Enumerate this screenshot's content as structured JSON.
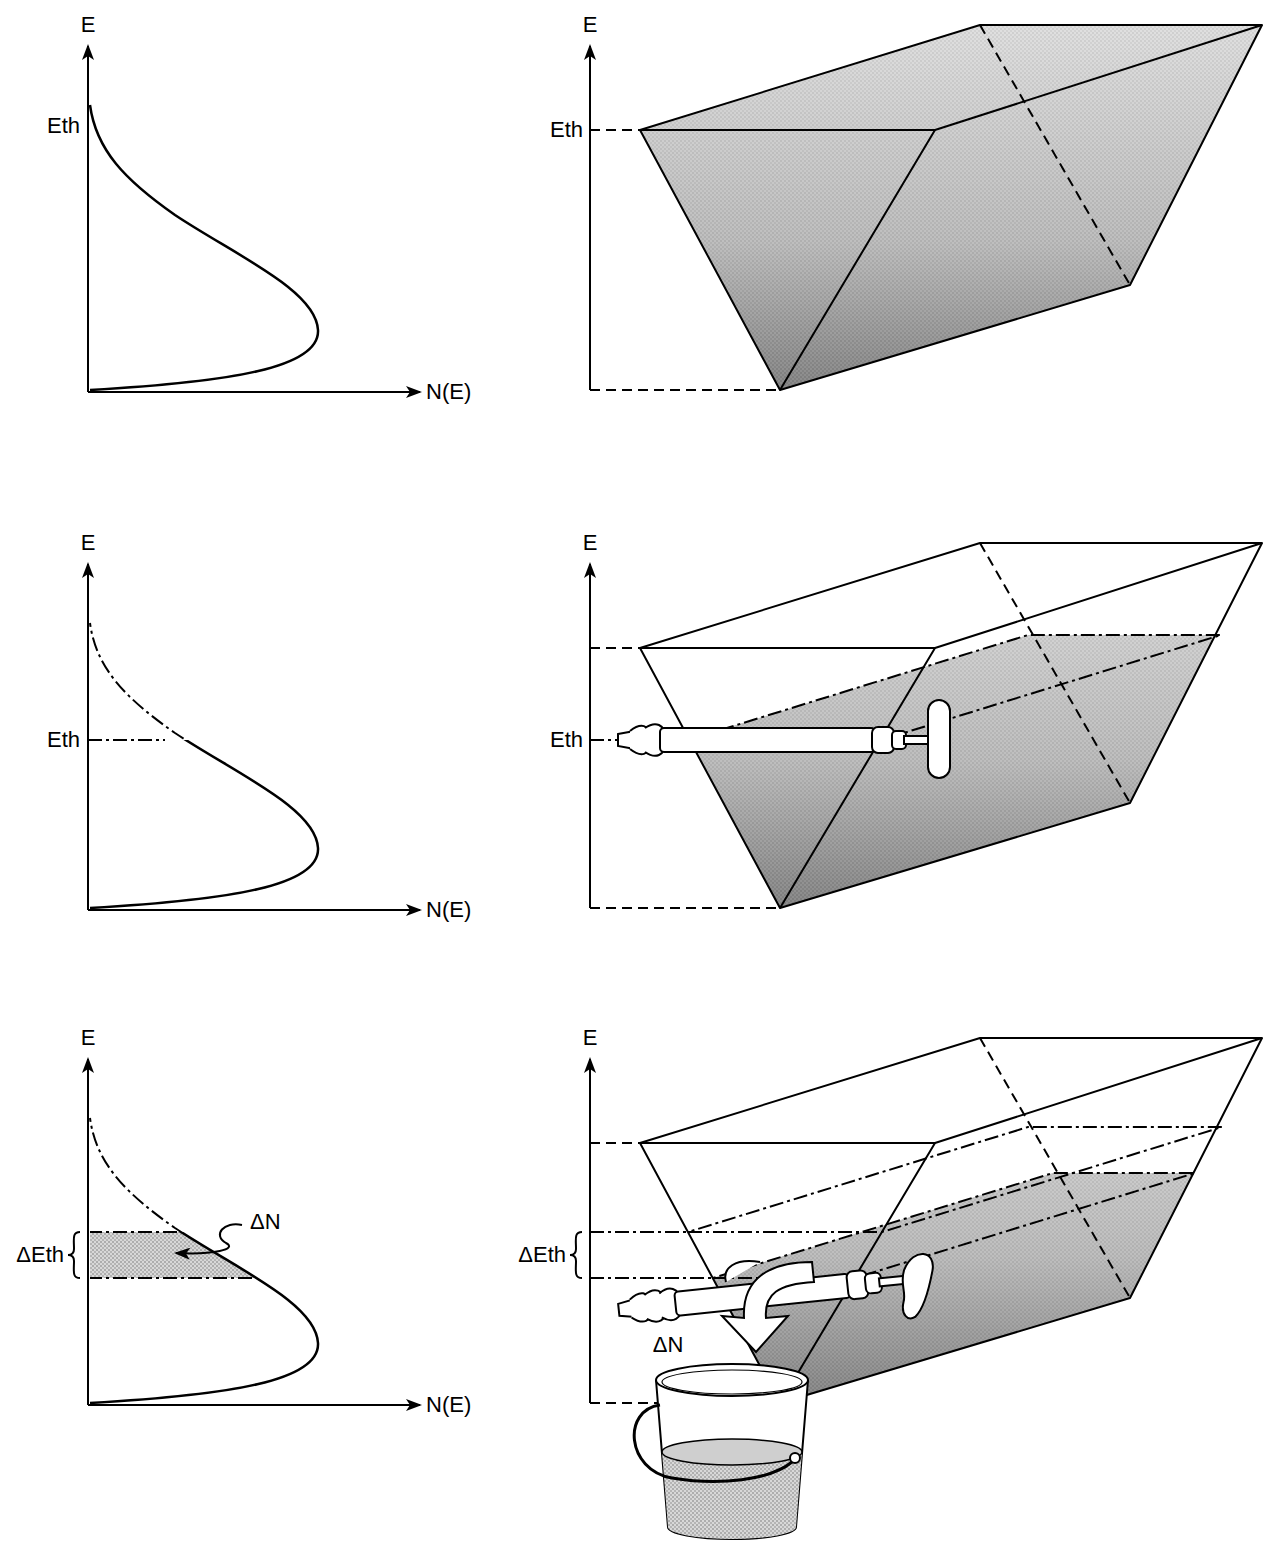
{
  "diagram": {
    "labels": [
      "E",
      "E",
      "Eth",
      "Eth",
      "N(E)",
      "E",
      "E",
      "Eth",
      "Eth",
      "N(E)",
      "E",
      "E",
      "ΔN",
      "ΔEth",
      "ΔEth",
      "ΔN",
      "N(E)"
    ]
  }
}
